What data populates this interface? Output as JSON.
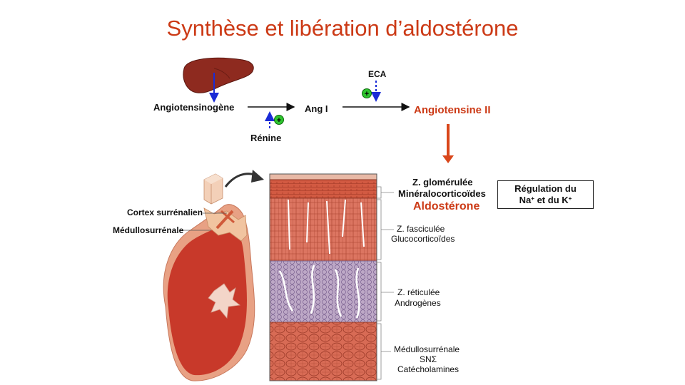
{
  "title": "Synthèse et libération d’aldostérone",
  "pathway": {
    "angiotensinogen": "Angiotensinogène",
    "renin": "Rénine",
    "ang1": "Ang  I",
    "eca": "ECA",
    "ang2": "Angiotensine II"
  },
  "zones": {
    "glomerulosa_name": "Z. glomérulée",
    "glomerulosa_product": "Minéralocorticoïdes",
    "aldosterone": "Aldostérone",
    "fasciculata_name": "Z. fasciculée",
    "fasciculata_product": "Glucocorticoïdes",
    "reticularis_name": "Z. réticulée",
    "reticularis_product": "Androgènes",
    "medulla_name": "Médullosurrénale",
    "medulla_sn": "SNΣ",
    "medulla_product": "Catécholamines"
  },
  "regulation": {
    "line1": "Régulation du",
    "line2_a": "Na",
    "line2_sup1": "+",
    "line2_b": " et du K",
    "line2_sup2": "+"
  },
  "gland": {
    "cortex_label": "Cortex surrénalien",
    "medulla_label": "Médullosurrénale"
  },
  "symbols": {
    "plus": "+"
  },
  "colors": {
    "title": "#cc3a16",
    "liver": "#8e2a1f",
    "glomerulosa": "#d4624a",
    "fasciculata": "#d9705a",
    "reticularis": "#b8a3c2",
    "medulla": "#d96a55",
    "activation_arrow": "#1a2bd6",
    "plus_circle": "#2ec42e"
  }
}
